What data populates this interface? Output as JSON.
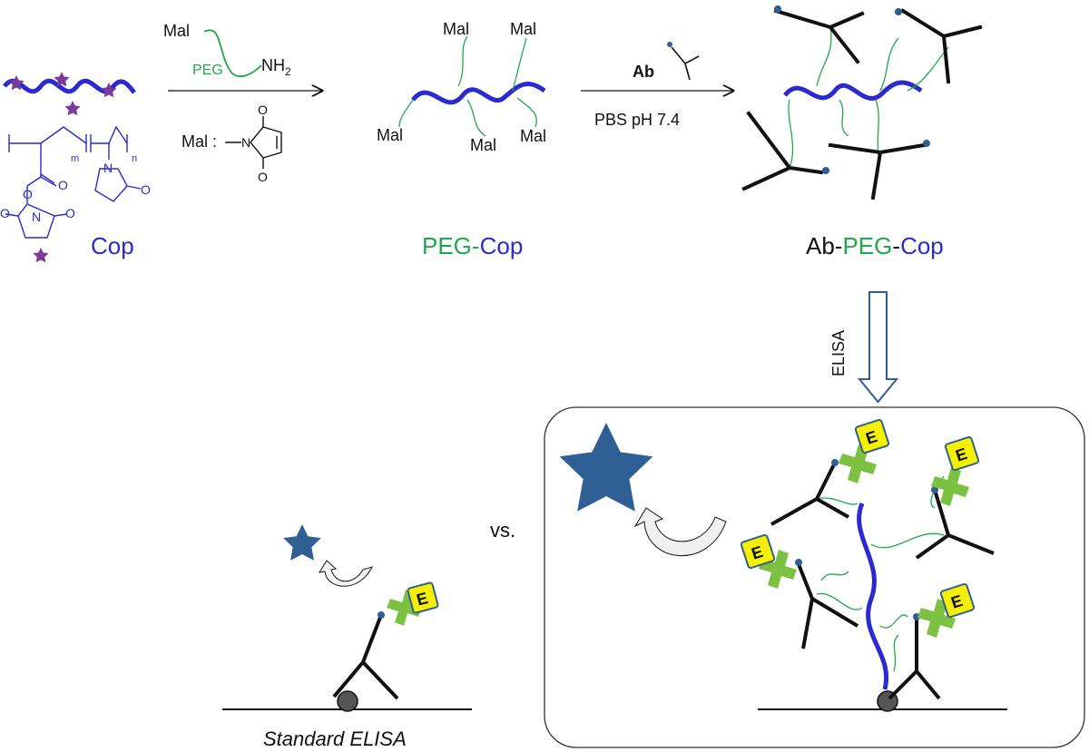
{
  "reagents": {
    "mal_label": "Mal",
    "peg_label": "PEG",
    "amine_label": "NH",
    "amine_subscript": "2",
    "mal_definition_label": "Mal :",
    "ab_label": "Ab",
    "buffer_label": "PBS pH 7.4"
  },
  "copolymer": {
    "name": "Cop",
    "m_label": "m",
    "n_label": "n",
    "o_label": "O",
    "n_atom": "N"
  },
  "peg_cop": {
    "part1": "PEG",
    "dash": "-",
    "part2": "Cop",
    "mal_labels": [
      "Mal",
      "Mal",
      "Mal",
      "Mal",
      "Mal"
    ]
  },
  "ab_peg_cop": {
    "part1": "Ab-",
    "part2": "PEG",
    "dash": "-",
    "part3": "Cop"
  },
  "elisa_step": "ELISA",
  "comparison": {
    "vs_label": "vs.",
    "enzyme_label": "E",
    "standard_caption": "Standard ELISA"
  },
  "colors": {
    "polymer": "#2a2ad0",
    "peg": "#1faa4a",
    "star_purple": "#7a3a9a",
    "star_blue": "#2f5f94",
    "enzyme_yellow": "#f5f000",
    "enzyme_border": "#2f5f94",
    "cross_green": "#7cc142",
    "elisa_arrow": "#2f5f94"
  }
}
